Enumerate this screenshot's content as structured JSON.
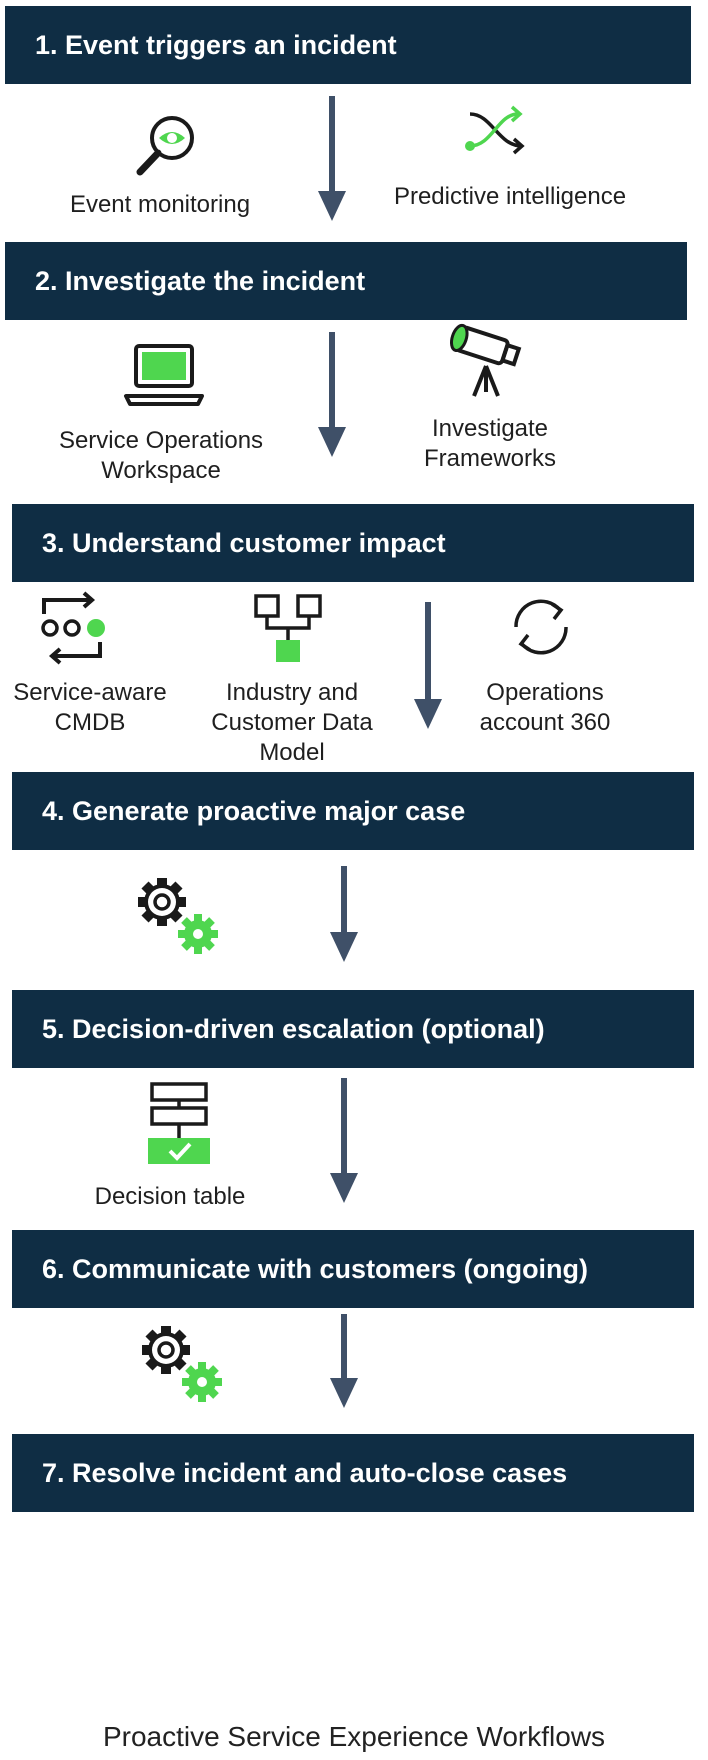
{
  "colors": {
    "navy": "#0f2d44",
    "green": "#4fd64f",
    "arrow": "#3f5068"
  },
  "steps": [
    {
      "title": "1. Event triggers an incident",
      "items": [
        {
          "icon": "magnifier-eye-icon",
          "label": "Event monitoring"
        },
        {
          "icon": "shuffle-arrows-icon",
          "label": "Predictive intelligence"
        }
      ]
    },
    {
      "title": "2. Investigate the incident",
      "items": [
        {
          "icon": "laptop-icon",
          "label": "Service Operations Workspace"
        },
        {
          "icon": "telescope-icon",
          "label": "Investigate Frameworks"
        }
      ]
    },
    {
      "title": "3. Understand customer impact",
      "items": [
        {
          "icon": "cmdb-cycle-icon",
          "label": "Service-aware CMDB"
        },
        {
          "icon": "hierarchy-icon",
          "label": "Industry and Customer Data Model"
        },
        {
          "icon": "refresh-cycle-icon",
          "label": "Operations account 360"
        }
      ]
    },
    {
      "title": "4. Generate proactive major case",
      "items": [
        {
          "icon": "gears-icon",
          "label": ""
        }
      ]
    },
    {
      "title": "5. Decision-driven escalation (optional)",
      "items": [
        {
          "icon": "decision-table-icon",
          "label": "Decision table"
        }
      ]
    },
    {
      "title": "6. Communicate with customers (ongoing)",
      "items": [
        {
          "icon": "gears-icon",
          "label": ""
        }
      ]
    },
    {
      "title": "7. Resolve incident and auto-close cases",
      "items": []
    }
  ],
  "caption": "Proactive Service Experience Workflows"
}
